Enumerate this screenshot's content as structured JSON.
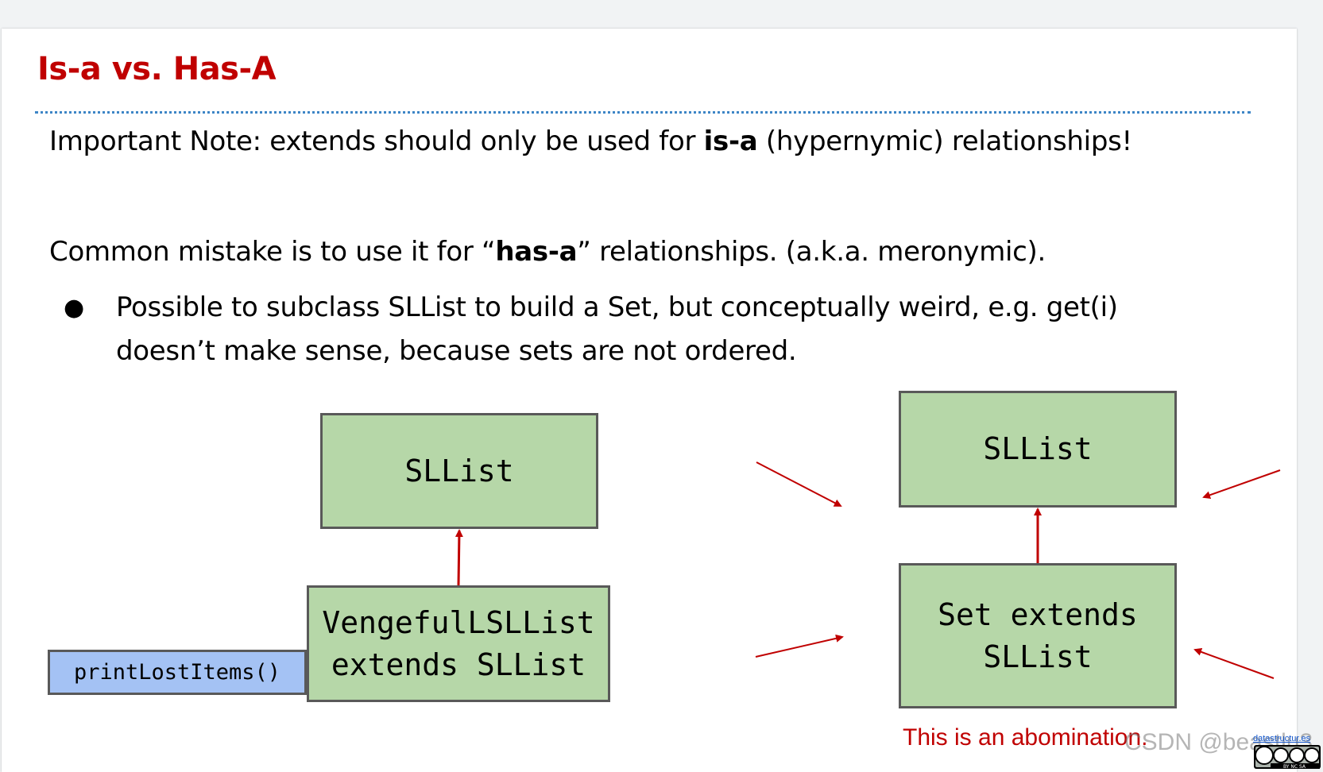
{
  "title": "Is-a vs. Has-A",
  "note": {
    "prefix": "Important Note: extends should only be used for ",
    "bold": "is-a",
    "suffix": " (hypernymic) relationships!"
  },
  "mistake": {
    "prefix": "Common mistake is to use it for “",
    "bold": "has-a",
    "suffix": "” relationships. (a.k.a. meronymic)."
  },
  "bullet": {
    "marker": "●",
    "line1": "Possible to subclass SLList to build a Set, but conceptually weird, e.g. get(i)",
    "line2": "doesn’t make sense, because sets are not ordered."
  },
  "diagram_left": {
    "parent": "SLList",
    "child_line1": "VengefulLSLList",
    "child_line2": "extends SLList",
    "method": "printLostItems()"
  },
  "diagram_right": {
    "parent": "SLList",
    "child_line1": "Set extends",
    "child_line2": "SLList",
    "caption": "This is an abomination."
  },
  "watermark": "CSDN @beastlu3",
  "badge": {
    "site": "datastructur.es",
    "license": "BY NC SA"
  },
  "colors": {
    "title": "#c00000",
    "arrow": "#c00000",
    "box_fill": "#b6d7a8",
    "method_fill": "#a4c2f4",
    "rule": "#3d85c6"
  }
}
